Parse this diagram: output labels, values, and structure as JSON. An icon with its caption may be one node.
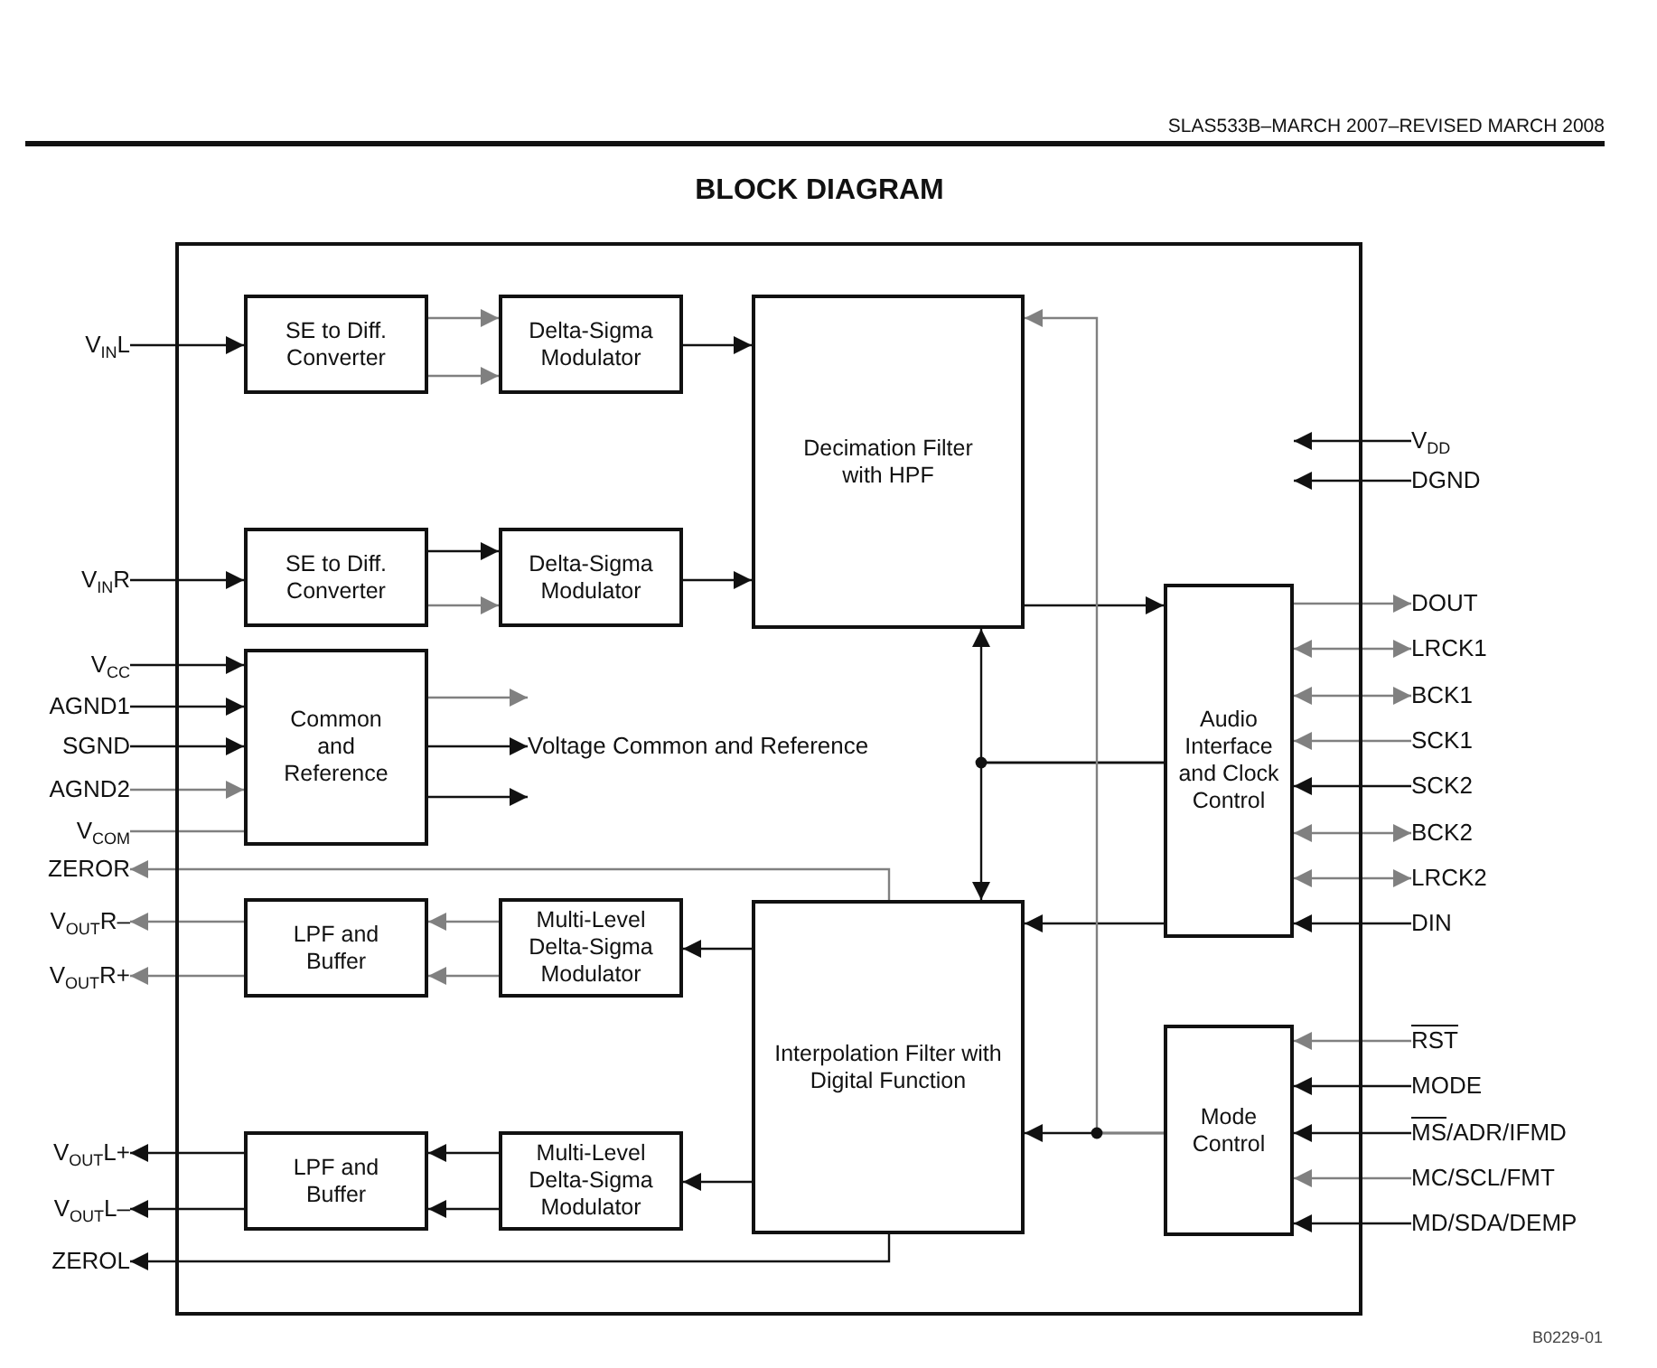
{
  "diagram": {
    "title": "BLOCK DIAGRAM",
    "nodes": [
      {
        "text": [],
        "shape": "box"
      },
      {
        "text": [
          "SE to Diff. Converter"
        ],
        "in": 0
      },
      {
        "text": [
          "Delta-Sigma Modulator"
        ],
        "in": 0
      },
      {
        "text": [
          "SE to Diff. Converter"
        ],
        "in": 0
      },
      {
        "text": [
          "Delta-Sigma Modulator"
        ],
        "in": 0
      },
      {
        "text": [
          "Decimation Filter with HPF"
        ],
        "in": 0
      },
      {
        "text": [
          "Common and Reference"
        ],
        "in": 0
      },
      {
        "text": [
          "Audio Interface and Clock Control"
        ],
        "in": 0
      },
      {
        "text": [
          "LPF and Buffer"
        ],
        "in": 0
      },
      {
        "text": [
          "Multi-Level Delta-Sigma Modulator"
        ],
        "in": 0
      },
      {
        "text": [
          "Interpolation Filter with Digital Function"
        ],
        "in": 0
      },
      {
        "text": [
          "LPF and Buffer"
        ],
        "in": 0
      },
      {
        "text": [
          "Multi-Level Delta-Sigma Modulator"
        ],
        "in": 0
      },
      {
        "text": [
          "Mode Control"
        ],
        "in": 0
      },
      {
        "text": [
          "Voltage Common and Reference"
        ],
        "in": 0
      },
      {
        "text": [
          "V$_{IN}$L"
        ]
      },
      {
        "text": [
          "V$_{IN}$R"
        ]
      },
      {
        "text": [
          "V$_{CC}$"
        ]
      },
      {
        "text": [
          "AGND1"
        ]
      },
      {
        "text": [
          "SGND"
        ]
      },
      {
        "text": [
          "AGND2"
        ]
      },
      {
        "text": [
          "V$_{COM}$"
        ]
      },
      {
        "text": [
          "ZEROR"
        ]
      },
      {
        "text": [
          "V$_{OUT}$R–"
        ]
      },
      {
        "text": [
          "V$_{OUT}$R+"
        ]
      },
      {
        "text": [
          "V$_{OUT}$L+"
        ]
      },
      {
        "text": [
          "V$_{OUT}$L–"
        ]
      },
      {
        "text": [
          "ZEROL"
        ]
      },
      {
        "text": [
          "V$_{DD}$"
        ]
      },
      {
        "text": [
          "DGND"
        ]
      },
      {
        "text": [
          "DOUT"
        ]
      },
      {
        "text": [
          "LRCK1"
        ]
      },
      {
        "text": [
          "BCK1"
        ]
      },
      {
        "text": [
          "SCK1"
        ]
      },
      {
        "text": [
          "SCK2"
        ]
      },
      {
        "text": [
          "BCK2"
        ]
      },
      {
        "text": [
          "LRCK2"
        ]
      },
      {
        "text": [
          "DIN"
        ]
      },
      {
        "text": [
          "RST"
        ]
      },
      {
        "text": [
          "MODE"
        ]
      },
      {
        "text": [
          "MS/ADR/IFMD"
        ]
      },
      {
        "text": [
          "MC/SCL/FMT"
        ]
      },
      {
        "text": [
          "MD/SDA/DEMP"
        ]
      }
    ],
    "edges": [
      {
        "from": 15,
        "to": 1,
        "arrow": "to"
      },
      {
        "from": 1,
        "to": 2,
        "arrow": "to",
        "color": "#808080"
      },
      {
        "from": 1,
        "to": 2,
        "arrow": "to",
        "color": "#808080"
      },
      {
        "from": 2,
        "to": 5,
        "arrow": "to"
      },
      {
        "from": 16,
        "to": 3,
        "arrow": "to"
      },
      {
        "from": 3,
        "to": 4,
        "arrow": "to"
      },
      {
        "from": 3,
        "to": 4,
        "arrow": "to",
        "color": "#808080"
      },
      {
        "from": 4,
        "to": 5,
        "arrow": "to"
      },
      {
        "from": 17,
        "to": 6,
        "arrow": "to"
      },
      {
        "from": 18,
        "to": 6,
        "arrow": "to"
      },
      {
        "from": 19,
        "to": 6,
        "arrow": "to"
      },
      {
        "from": 20,
        "to": 6,
        "arrow": "to",
        "color": "#808080"
      },
      {
        "from": 21,
        "to": 6,
        "arrow": "none",
        "color": "#808080"
      },
      {
        "from": 6,
        "to": 14,
        "arrow": "to",
        "color": "#808080"
      },
      {
        "from": 6,
        "to": 14,
        "arrow": "to"
      },
      {
        "from": 6,
        "to": 14,
        "arrow": "to"
      },
      {
        "from": 10,
        "to": 22,
        "arrow": "to",
        "color": "#808080"
      },
      {
        "from": 9,
        "to": 8,
        "arrow": "to",
        "color": "#808080"
      },
      {
        "from": 9,
        "to": 8,
        "arrow": "to",
        "color": "#808080"
      },
      {
        "from": 8,
        "to": 23,
        "arrow": "to",
        "color": "#808080"
      },
      {
        "from": 8,
        "to": 24,
        "arrow": "to",
        "color": "#808080"
      },
      {
        "from": 10,
        "to": 9,
        "arrow": "to"
      },
      {
        "from": 10,
        "to": 12,
        "arrow": "to"
      },
      {
        "from": 12,
        "to": 11,
        "arrow": "to"
      },
      {
        "from": 12,
        "to": 11,
        "arrow": "to"
      },
      {
        "from": 11,
        "to": 25,
        "arrow": "to"
      },
      {
        "from": 11,
        "to": 26,
        "arrow": "to"
      },
      {
        "from": 10,
        "to": 27,
        "arrow": "to"
      },
      {
        "from": 5,
        "to": 7,
        "arrow": "to"
      },
      {
        "from": 7,
        "to": 5,
        "arrow": "to"
      },
      {
        "from": 7,
        "to": 10,
        "arrow": "to"
      },
      {
        "from": 7,
        "to": 10,
        "arrow": "to"
      },
      {
        "from": 13,
        "to": 10,
        "arrow": "to"
      },
      {
        "from": 13,
        "to": 5,
        "arrow": "to",
        "color": "#808080"
      },
      {
        "from": 28,
        "to": null,
        "arrow": "to"
      },
      {
        "from": 29,
        "to": null,
        "arrow": "to"
      },
      {
        "from": 7,
        "to": 30,
        "arrow": "to",
        "color": "#808080"
      },
      {
        "from": 7,
        "to": 31,
        "arrow": "both",
        "color": "#808080"
      },
      {
        "from": 7,
        "to": 32,
        "arrow": "both",
        "color": "#808080"
      },
      {
        "from": 33,
        "to": 7,
        "arrow": "to",
        "color": "#808080"
      },
      {
        "from": 34,
        "to": 7,
        "arrow": "to"
      },
      {
        "from": 7,
        "to": 35,
        "arrow": "both",
        "color": "#808080"
      },
      {
        "from": 7,
        "to": 36,
        "arrow": "both",
        "color": "#808080"
      },
      {
        "from": 37,
        "to": 7,
        "arrow": "to"
      },
      {
        "from": 38,
        "to": 13,
        "arrow": "to",
        "color": "#808080"
      },
      {
        "from": 39,
        "to": 13,
        "arrow": "to"
      },
      {
        "from": 40,
        "to": 13,
        "arrow": "to"
      },
      {
        "from": 41,
        "to": 13,
        "arrow": "to",
        "color": "#808080"
      },
      {
        "from": 42,
        "to": 13,
        "arrow": "to"
      }
    ],
    "labels": [
      "SLAS533B–MARCH 2007–REVISED MARCH 2008",
      "B0229-01"
    ]
  }
}
